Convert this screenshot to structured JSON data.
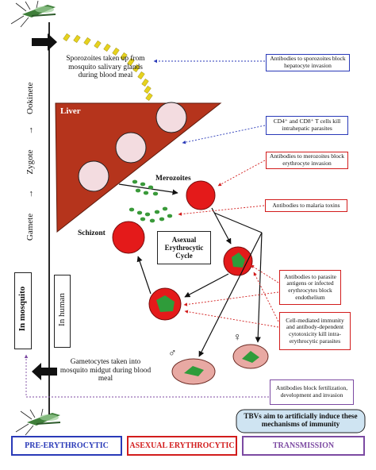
{
  "labels": {
    "sporozoites": "Sporozoites taken up from mosquito salivary glands during blood meal",
    "liver": "Liver",
    "merozoites": "Merozoites",
    "schizont": "Schizont",
    "asexual_cycle": "Asexual Erythrocytic Cycle",
    "gametocytes": "Gametocytes taken into mosquito midgut during blood meal",
    "male_symbol": "♂",
    "female_symbol": "♀"
  },
  "left_axis": {
    "ookinete": "Ookinete",
    "zygote": "Zygote",
    "gamete": "Gamete",
    "arrow": "→",
    "in_mosquito": "In mosquito",
    "in_human": "In human"
  },
  "callouts": {
    "sporozoite_antibodies": "Antibodies to sporozoites block hepatocyte invasion",
    "t_cells": "CD4⁺ and CD8⁺ T cells kill intrahepatic parasites",
    "merozoite_antibodies": "Antibodies to merozoites block erythrocyte invasion",
    "toxin_antibodies": "Antibodies to malaria toxins",
    "parasite_antigen_antibodies": "Antibodies to parasite antigens or infected erythrocytes block endothelium",
    "cell_mediated": "Cell-mediated immunity and antibody-dependent cytotoxicity kill intra-erythrocytic parasites",
    "tbv_block": "Antibodies block fertilization, development and invasion",
    "tbv_goal": "TBVs aim to artificially induce these mechanisms of immunity"
  },
  "stages": {
    "pre": "PRE-ERYTHROCYTIC",
    "asexual": "ASEXUAL ERYTHROCYTIC",
    "transmission": "TRANSMISSION"
  },
  "colors": {
    "liver": "#b5341c",
    "rbc": "#e41a1a",
    "parasite": "#2f9c3a",
    "gametocyte_cell": "#e8a9a3",
    "hepatocyte": "#f3dce0",
    "sporozoite": "#e6d21e",
    "merozoite": "#3a9a3a",
    "blue_stage": "#2a3ab8",
    "red_stage": "#d21c1c",
    "purple_stage": "#7c4aa2",
    "tbv_bg": "#cfe4f2"
  }
}
